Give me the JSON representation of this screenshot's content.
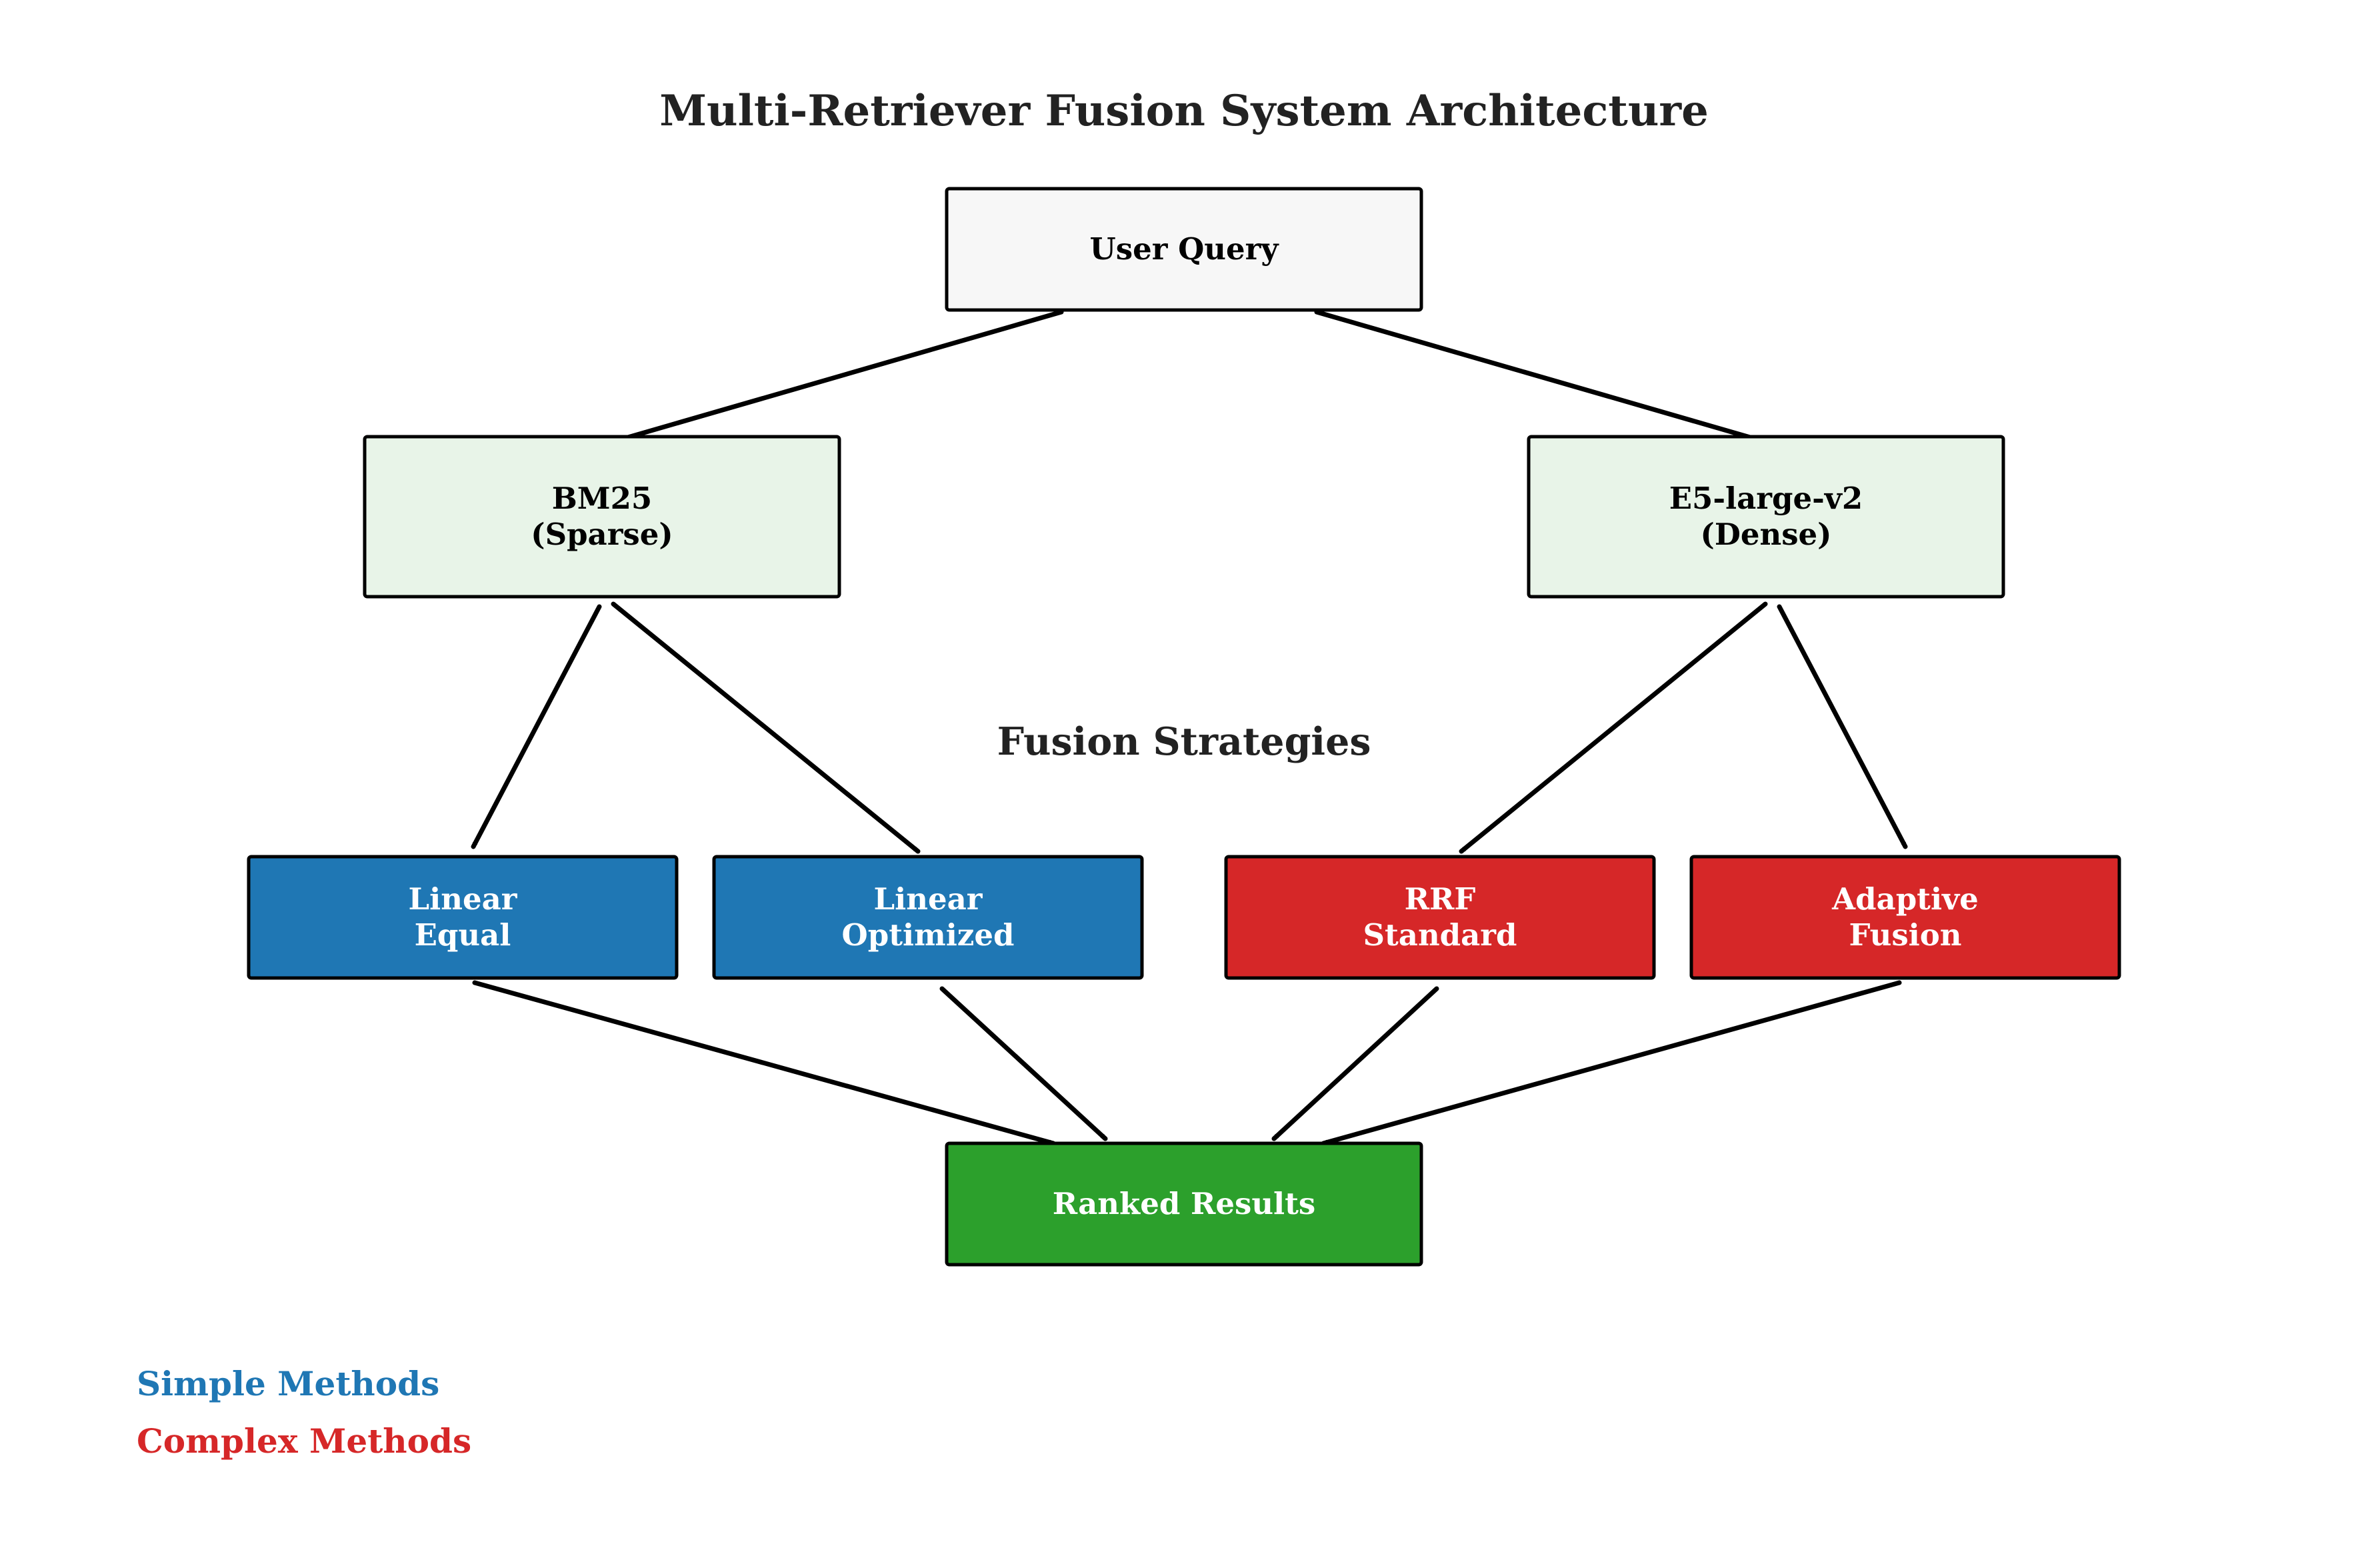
{
  "title": "Multi-Retriever Fusion System Architecture",
  "section_label": "Fusion Strategies",
  "colors": {
    "input_fill": "#f7f7f7",
    "retriever_fill": "#e8f4e8",
    "simple_fill": "#1f77b4",
    "complex_fill": "#d62728",
    "output_fill": "#2ca02c",
    "stroke": "#000000"
  },
  "nodes": {
    "user_query": {
      "lines": [
        "User Query"
      ]
    },
    "bm25": {
      "lines": [
        "BM25",
        "(Sparse)"
      ]
    },
    "e5": {
      "lines": [
        "E5-large-v2",
        "(Dense)"
      ]
    },
    "linear_equal": {
      "lines": [
        "Linear",
        "Equal"
      ]
    },
    "linear_optimized": {
      "lines": [
        "Linear",
        "Optimized"
      ]
    },
    "rrf_standard": {
      "lines": [
        "RRF",
        "Standard"
      ]
    },
    "adaptive_fusion": {
      "lines": [
        "Adaptive",
        "Fusion"
      ]
    },
    "ranked_results": {
      "lines": [
        "Ranked Results"
      ]
    }
  },
  "edges": [
    [
      "user_query",
      "bm25"
    ],
    [
      "user_query",
      "e5"
    ],
    [
      "bm25",
      "linear_equal"
    ],
    [
      "bm25",
      "linear_optimized"
    ],
    [
      "e5",
      "rrf_standard"
    ],
    [
      "e5",
      "adaptive_fusion"
    ],
    [
      "linear_equal",
      "ranked_results"
    ],
    [
      "linear_optimized",
      "ranked_results"
    ],
    [
      "rrf_standard",
      "ranked_results"
    ],
    [
      "adaptive_fusion",
      "ranked_results"
    ]
  ],
  "legend": {
    "simple": "Simple Methods",
    "complex": "Complex Methods"
  }
}
